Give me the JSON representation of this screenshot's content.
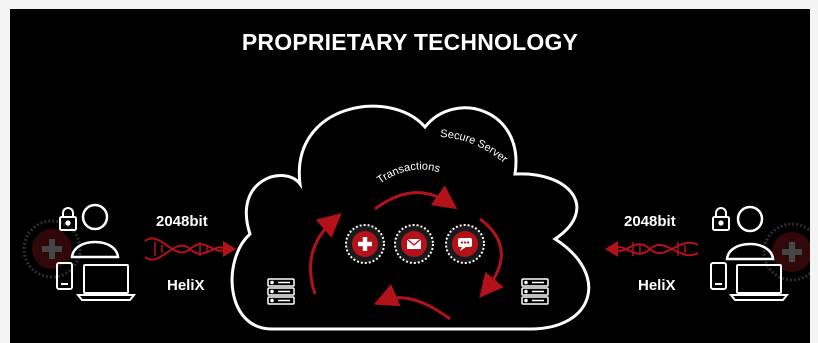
{
  "title": "PROPRIETARY TECHNOLOGY",
  "cloud": {
    "label": "Secure Server",
    "cycle_label": "Transactions",
    "badges": [
      {
        "icon": "medical-cross-icon"
      },
      {
        "icon": "envelope-icon"
      },
      {
        "icon": "chat-bubble-icon"
      }
    ]
  },
  "left_channel": {
    "bits": "2048bit",
    "name": "HeliX"
  },
  "right_channel": {
    "bits": "2048bit",
    "name": "HeliX"
  },
  "colors": {
    "background": "#000000",
    "accent": "#b3121b",
    "line": "#ffffff"
  }
}
